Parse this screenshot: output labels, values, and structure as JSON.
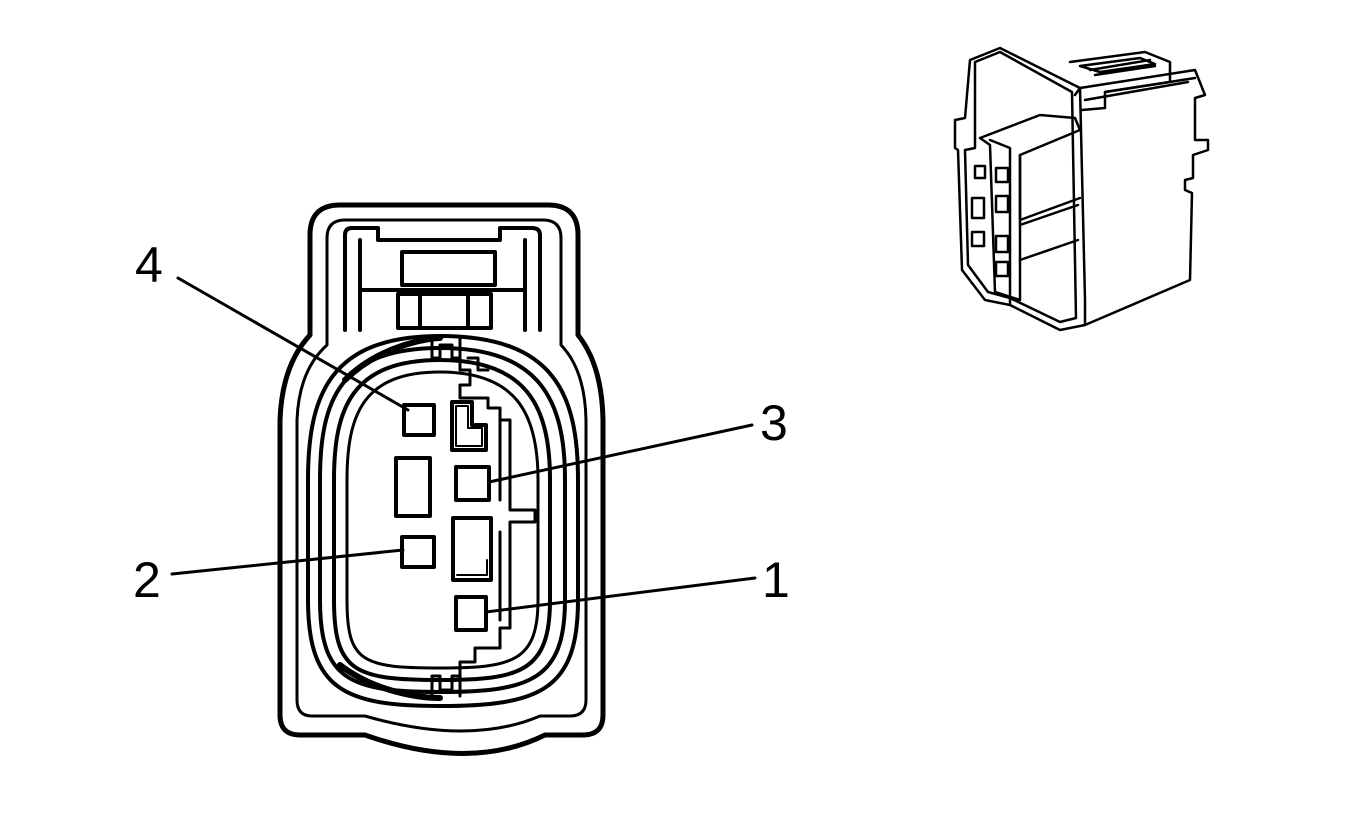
{
  "diagram": {
    "colors": {
      "line": "#000000",
      "background": "#ffffff"
    },
    "pins": [
      {
        "id": "1",
        "label": "1"
      },
      {
        "id": "2",
        "label": "2"
      },
      {
        "id": "3",
        "label": "3"
      },
      {
        "id": "4",
        "label": "4"
      }
    ]
  }
}
